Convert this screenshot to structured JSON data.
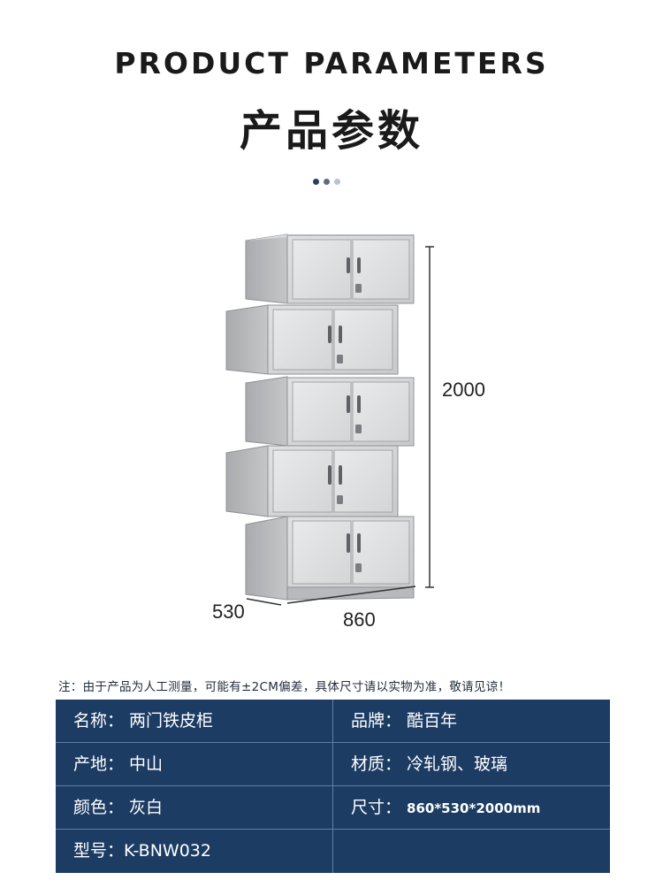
{
  "header": {
    "title_en": "PRODUCT PARAMETERS",
    "title_cn": "产品参数"
  },
  "dot_colors": [
    "#2d3e5a",
    "#5b6c86",
    "#b7c3d3"
  ],
  "dimensions": {
    "height": "2000",
    "depth": "530",
    "width": "860"
  },
  "note": "注：由于产品为人工测量，可能有±2CM偏差，具体尺寸请以实物为准，敬请见谅！",
  "specs": [
    {
      "left": {
        "label": "名称：",
        "value": "两门铁皮柜"
      },
      "right": {
        "label": "品牌：",
        "value": "酷百年"
      }
    },
    {
      "left": {
        "label": "产地：",
        "value": "中山"
      },
      "right": {
        "label": "材质：",
        "value": "冷轧钢、玻璃"
      }
    },
    {
      "left": {
        "label": "颜色：",
        "value": "灰白"
      },
      "right": {
        "label": "尺寸：",
        "value": "860*530*2000mm"
      }
    },
    {
      "left": {
        "label": "型号：",
        "value": "K-BNW032"
      },
      "right": {
        "label": "",
        "value": ""
      }
    }
  ],
  "colors": {
    "table_bg": "#1c3c63",
    "cabinet": "#c9cbcd"
  }
}
